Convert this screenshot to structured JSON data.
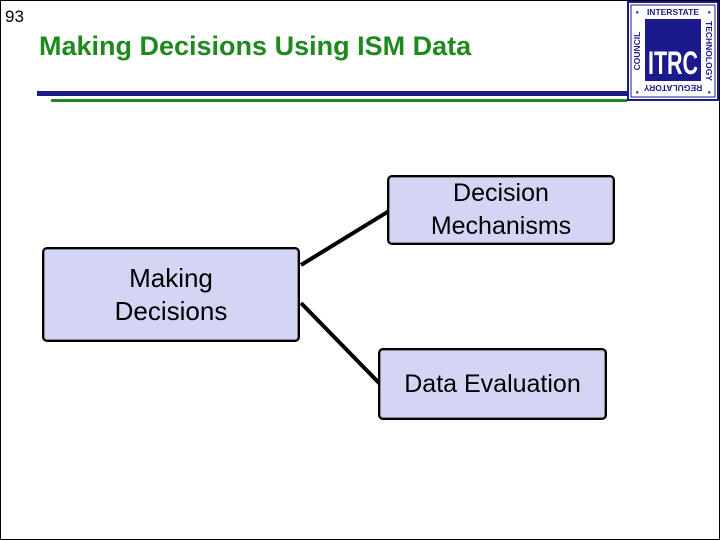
{
  "slide": {
    "number": "93",
    "title": "Making Decisions Using ISM Data"
  },
  "logo": {
    "top_text": "INTERSTATE",
    "right_text": "TECHNOLOGY",
    "bottom_text": "REGULATORY",
    "left_text": "COUNCIL",
    "center_text": "ITRC"
  },
  "diagram": {
    "root": {
      "line1": "Making",
      "line2": "Decisions"
    },
    "branches": [
      {
        "line1": "Decision",
        "line2": "Mechanisms"
      },
      {
        "line1": "Data Evaluation"
      }
    ]
  },
  "colors": {
    "title": "#1e8a1e",
    "rule_blue": "#1a1a8c",
    "rule_green": "#1e8a1e",
    "box_fill": "#d4d4f4",
    "logo_blue": "#1a1a8c"
  }
}
